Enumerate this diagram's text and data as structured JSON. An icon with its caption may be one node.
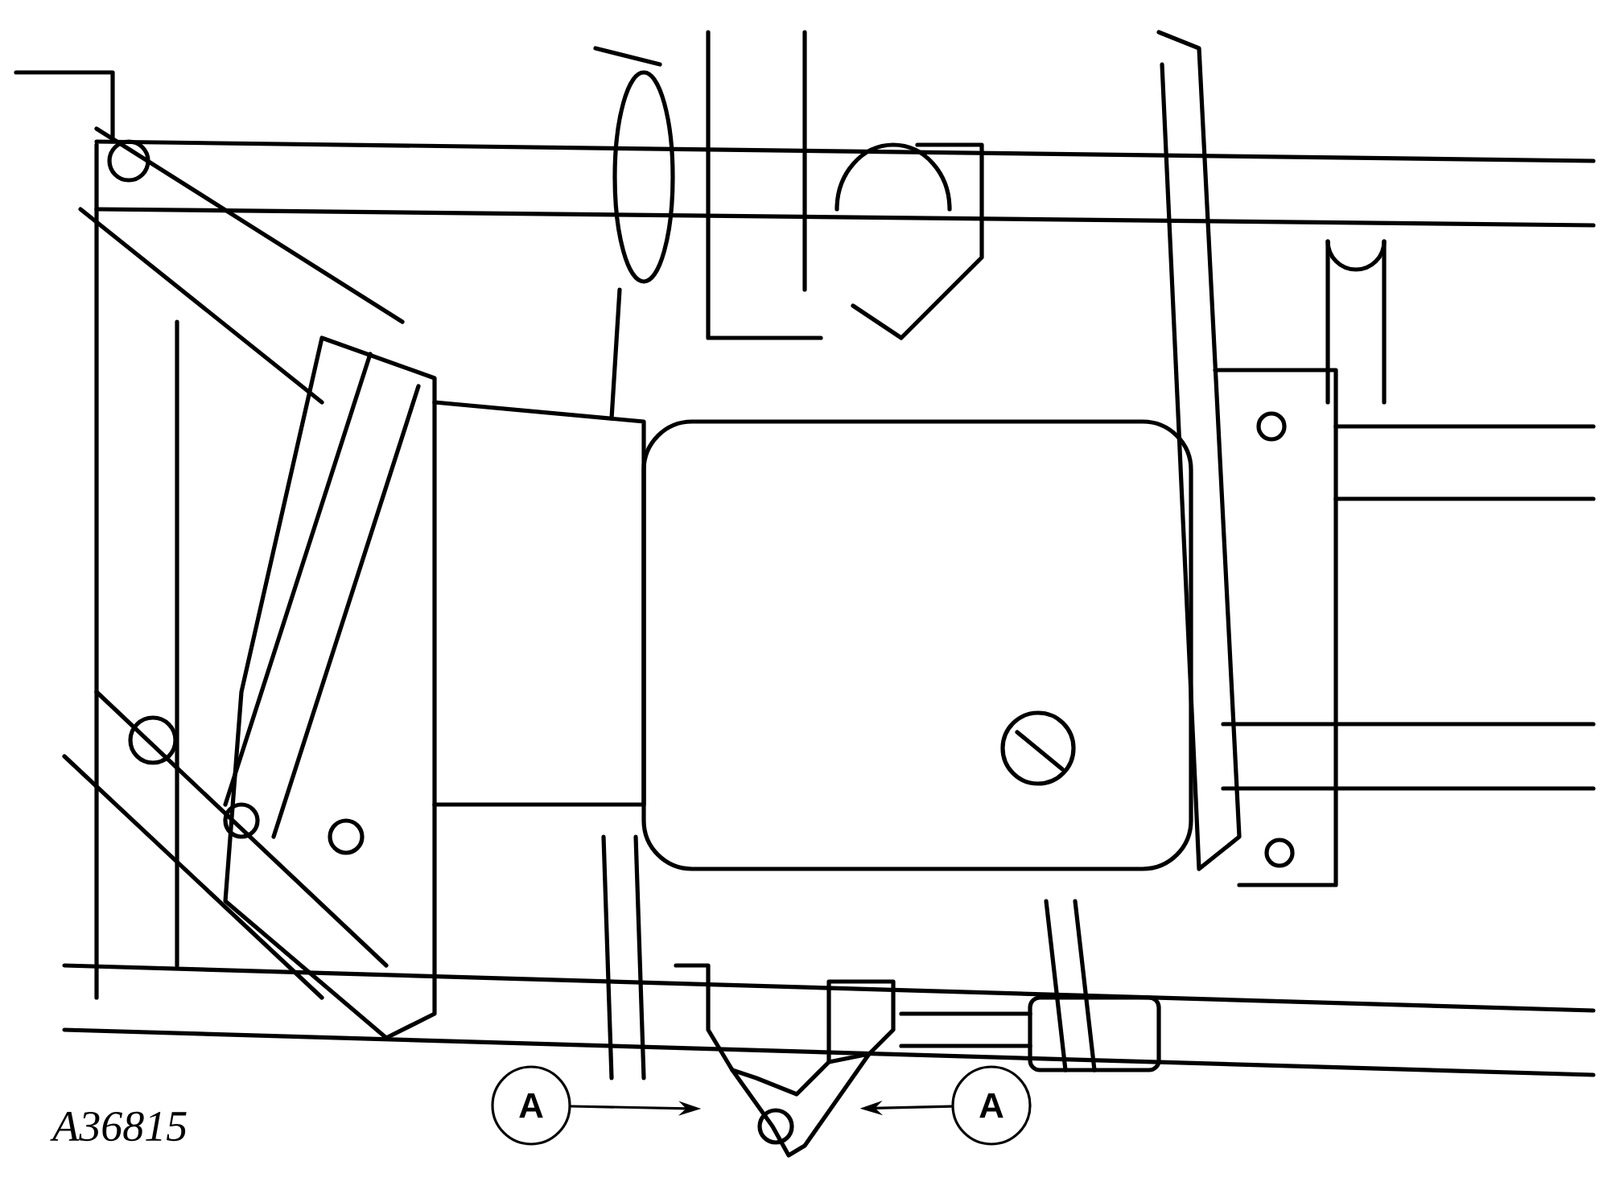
{
  "diagram": {
    "nodes": [
      {
        "text": [
          "A"
        ]
      },
      {
        "text": [
          "A"
        ]
      },
      {
        "text": [],
        "shape": "picture"
      }
    ],
    "edges": [
      {
        "from": 0,
        "to": 2,
        "arrow": "to"
      },
      {
        "from": 1,
        "to": 2,
        "arrow": "to"
      }
    ],
    "labels": [
      "A36815"
    ]
  }
}
